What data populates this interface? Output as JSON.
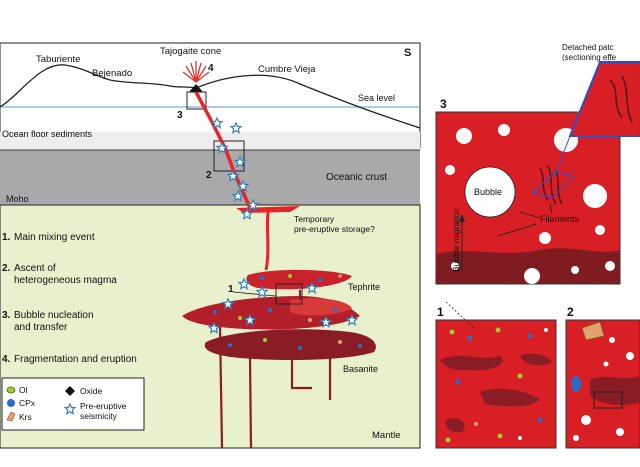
{
  "left_panel": {
    "corner_letter": "S",
    "peaks": {
      "taburiente": "Taburiente",
      "bejenado": "Bejenado",
      "tajogaite": "Tajogaite cone",
      "cumbre_vieja": "Cumbre Vieja"
    },
    "sea_level": "Sea level",
    "ocean_floor": "Ocean floor sediments",
    "oceanic_crust": "Oceanic crust",
    "moho": "Moho",
    "storage_label_1": "Temporary",
    "storage_label_2": "pre-eruptive storage?",
    "tephrite": "Tephrite",
    "basanite": "Basanite",
    "mantle": "Mantle",
    "stage_numbers": {
      "n1": "1",
      "n2": "2",
      "n3": "3",
      "n4": "4"
    },
    "steps": [
      {
        "num": "1.",
        "line1": "Main mixing event",
        "line2": ""
      },
      {
        "num": "2.",
        "line1": "Ascent of",
        "line2": "heterogeneous magma"
      },
      {
        "num": "3.",
        "line1": "Bubble nucleation",
        "line2": "and transfer"
      },
      {
        "num": "4.",
        "line1": "Fragmentation and eruption",
        "line2": ""
      }
    ],
    "legend": {
      "ol": "Ol",
      "cpx": "CPx",
      "krs": "Krs",
      "oxide": "Oxide",
      "seismic_1": "Pre-eruptive",
      "seismic_2": "seismicity"
    }
  },
  "right_panel": {
    "panel3_number": "3",
    "bubble_label": "Bubble",
    "filaments_label": "Filaments",
    "migration_label": "Bubble migration",
    "detached_1": "Detached patc",
    "detached_2": "(sectioning effe",
    "panel1_number": "1",
    "panel2_number": "2"
  },
  "colors": {
    "magma_red": "#d81f26",
    "dark_melt": "#7e1c22",
    "mantle_green": "#e9f0cd",
    "crust_gray": "#a9a9a9",
    "olivine": "#9acd32",
    "cpx": "#2b6cc4",
    "kaersutite": "#e0a26b",
    "star": "#4a8fc4"
  }
}
